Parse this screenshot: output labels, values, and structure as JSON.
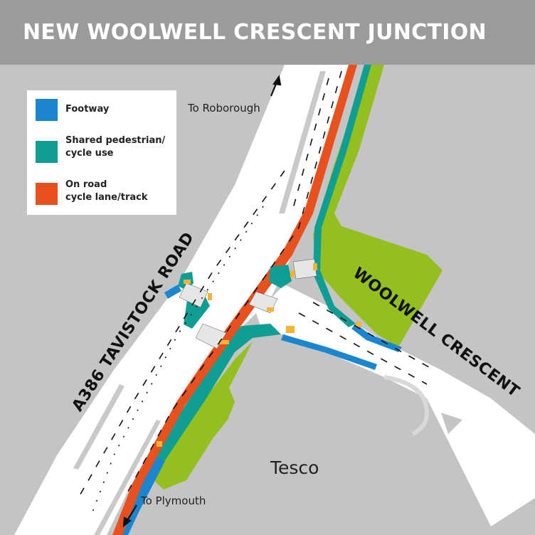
{
  "header": {
    "title": "NEW WOOLWELL CRESCENT JUNCTION",
    "background": "#9b9b9b"
  },
  "legend": {
    "items": [
      {
        "label_line1": "Footway",
        "label_line2": "",
        "color": "#1a86d0"
      },
      {
        "label_line1": "Shared pedestrian/",
        "label_line2": "cycle use",
        "color": "#0f9e94"
      },
      {
        "label_line1": "On road",
        "label_line2": "cycle lane/track",
        "color": "#e8501e"
      }
    ]
  },
  "map": {
    "road_labels": {
      "tavistock_road": "A386 TAVISTOCK ROAD",
      "woolwell_crescent": "WOOLWELL CRESCENT"
    },
    "place_labels": {
      "tesco": "Tesco"
    },
    "direction_labels": {
      "roborough": "To Roborough",
      "plymouth": "To Plymouth"
    },
    "colors": {
      "background": "#c4c4c4",
      "road": "#ffffff",
      "verge": "#93c01f",
      "footway": "#1a86d0",
      "shared": "#0f9e94",
      "cycle_lane": "#e8501e",
      "tactile": "#f5b335",
      "island": "#c9c9c9",
      "crossing": "#e6e6e6"
    }
  }
}
